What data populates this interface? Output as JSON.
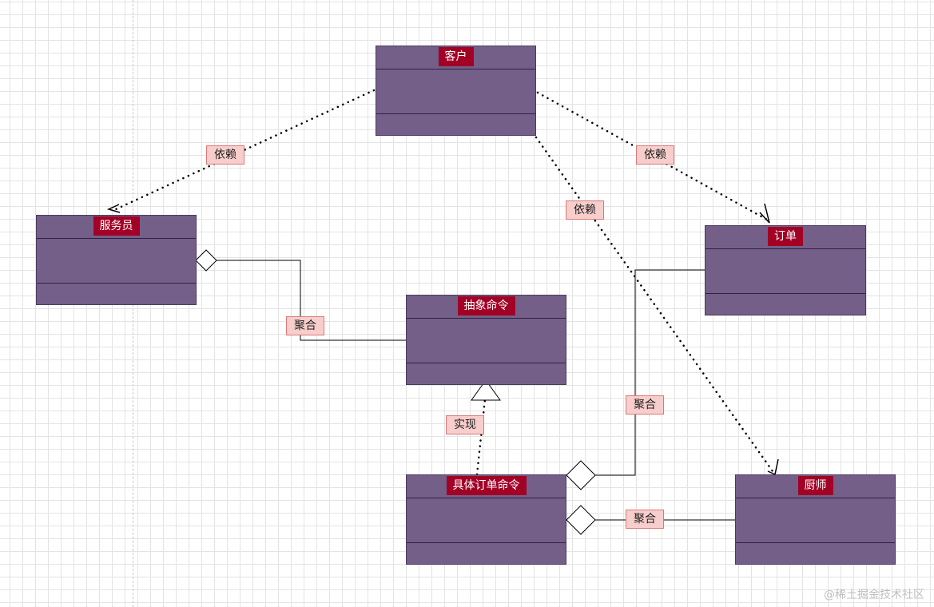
{
  "classes": {
    "customer": "客户",
    "waiter": "服务员",
    "abstract_command": "抽象命令",
    "order": "订单",
    "concrete_order_command": "具体订单命令",
    "chef": "厨师"
  },
  "labels": {
    "depend_waiter": "依赖",
    "depend_order": "依赖",
    "depend_chef": "依赖",
    "agg_waiter_command": "聚合",
    "realize": "实现",
    "agg_order": "聚合",
    "agg_chef": "聚合"
  },
  "watermark": "@稀土掘金技术社区",
  "colors": {
    "class_fill": "#745f89",
    "title_fill": "#a20025",
    "label_fill": "#f8cecc"
  }
}
